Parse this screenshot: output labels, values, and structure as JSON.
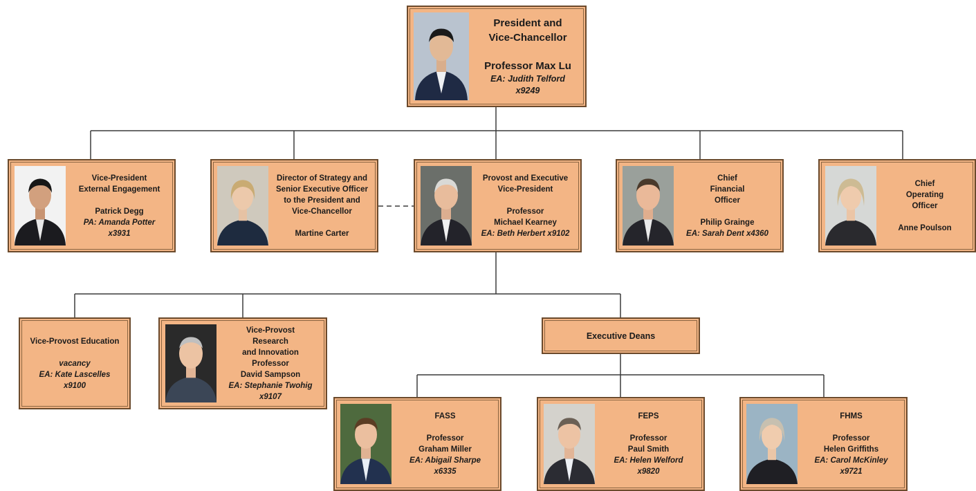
{
  "president": {
    "title1": "President and",
    "title2": "Vice-Chancellor",
    "name": "Professor Max Lu",
    "ea": "EA: Judith Telford",
    "ext": "x9249"
  },
  "vp_external": {
    "title1": "Vice-President",
    "title2": "External Engagement",
    "name": "Patrick Degg",
    "pa": "PA: Amanda Potter",
    "ext": "x3931"
  },
  "director_strategy": {
    "title1": "Director of Strategy and",
    "title2": "Senior Executive Officer",
    "title3": "to the President and",
    "title4": "Vice-Chancellor",
    "name": "Martine Carter"
  },
  "provost": {
    "title1": "Provost and Executive",
    "title2": "Vice-President",
    "name1": "Professor",
    "name2": "Michael Kearney",
    "ea": "EA: Beth Herbert  x9102"
  },
  "cfo": {
    "title1": "Chief",
    "title2": "Financial",
    "title3": "Officer",
    "name": "Philip Grainge",
    "ea": "EA: Sarah Dent  x4360"
  },
  "coo": {
    "title1": "Chief",
    "title2": "Operating",
    "title3": "Officer",
    "name": "Anne Poulson"
  },
  "vp_education": {
    "title": "Vice-Provost Education",
    "name": "vacancy",
    "ea": "EA: Kate Lascelles",
    "ext": "x9100"
  },
  "vp_research": {
    "title1": "Vice-Provost",
    "title2": "Research",
    "title3": "and Innovation",
    "name1": "Professor",
    "name2": "David Sampson",
    "ea": "EA: Stephanie Twohig",
    "ext": "x9107"
  },
  "executive_deans": {
    "label": "Executive Deans"
  },
  "fass": {
    "faculty": "FASS",
    "name1": "Professor",
    "name2": "Graham Miller",
    "ea": "EA: Abigail Sharpe",
    "ext": "x6335"
  },
  "feps": {
    "faculty": "FEPS",
    "name1": "Professor",
    "name2": "Paul Smith",
    "ea": "EA: Helen Welford",
    "ext": "x9820"
  },
  "fhms": {
    "faculty": "FHMS",
    "name1": "Professor",
    "name2": "Helen Griffiths",
    "ea": "EA: Carol McKinley",
    "ext": "x9721"
  },
  "colors": {
    "box_fill": "#f3b585",
    "box_border": "#6b4a2c",
    "connector": "#3a3a3a"
  }
}
